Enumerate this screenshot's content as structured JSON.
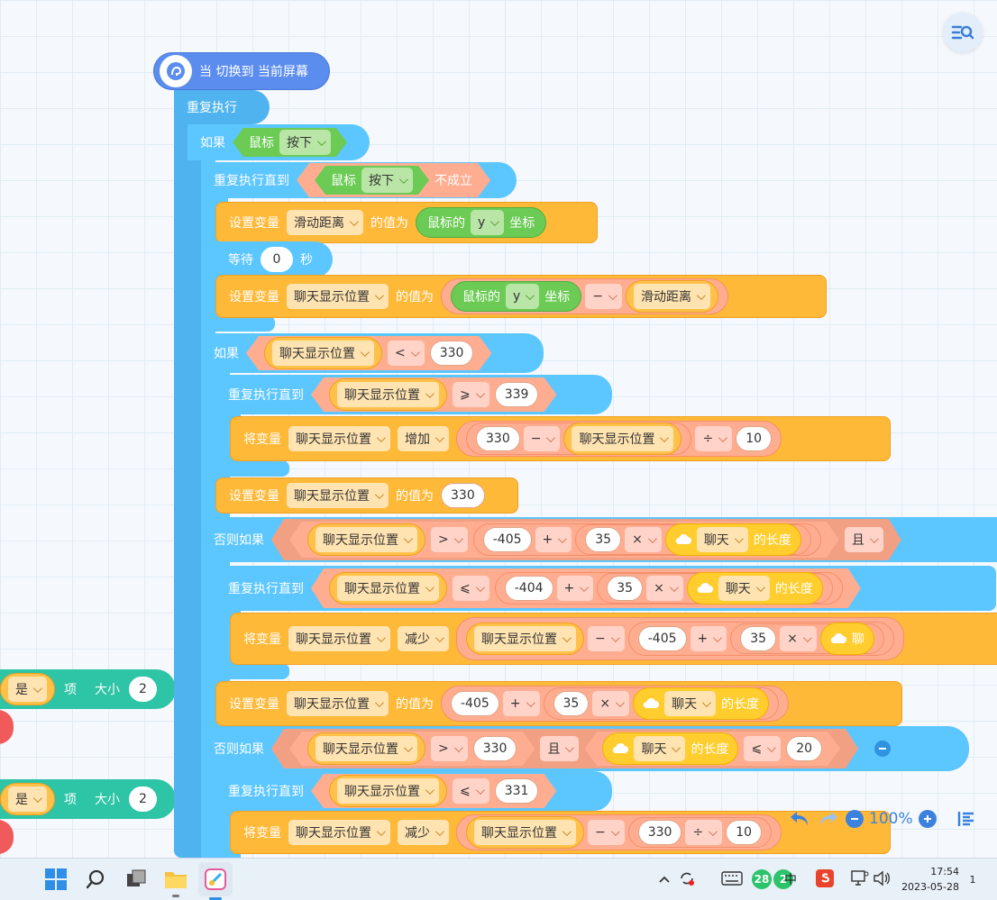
{
  "hat": {
    "label": "当 切换到 当前屏幕"
  },
  "loop": {
    "label": "重复执行"
  },
  "if1": {
    "label": "如果",
    "sensor": "鼠标",
    "dropdown": "按下"
  },
  "until1": {
    "label": "重复执行直到",
    "sensor": "鼠标",
    "dropdown": "按下",
    "suffix": "不成立"
  },
  "set1": {
    "prefix": "设置变量",
    "var": "滑动距离",
    "mid": "的值为",
    "sensor_a": "鼠标的",
    "axis": "y",
    "sensor_b": "坐标"
  },
  "wait": {
    "prefix": "等待",
    "value": "0",
    "suffix": "秒"
  },
  "set2": {
    "prefix": "设置变量",
    "var": "聊天显示位置",
    "mid": "的值为",
    "sensor_a": "鼠标的",
    "axis": "y",
    "sensor_b": "坐标",
    "op": "−",
    "rhs": "滑动距离"
  },
  "if2": {
    "label": "如果",
    "var": "聊天显示位置",
    "op": "<",
    "value": "330"
  },
  "until2": {
    "label": "重复执行直到",
    "var": "聊天显示位置",
    "op": "⩾",
    "value": "339"
  },
  "change1": {
    "prefix": "将变量",
    "var": "聊天显示位置",
    "action": "增加",
    "a": "330",
    "op1": "−",
    "b": "聊天显示位置",
    "op2": "÷",
    "c": "10"
  },
  "set3": {
    "prefix": "设置变量",
    "var": "聊天显示位置",
    "mid": "的值为",
    "value": "330"
  },
  "elif1": {
    "label": "否则如果",
    "var": "聊天显示位置",
    "op": ">",
    "a": "-405",
    "op1": "+",
    "b": "35",
    "op2": "×",
    "list": "聊天",
    "len": "的长度",
    "and": "且"
  },
  "until3": {
    "label": "重复执行直到",
    "var": "聊天显示位置",
    "op": "⩽",
    "a": "-404",
    "op1": "+",
    "b": "35",
    "op2": "×",
    "list": "聊天",
    "len": "的长度"
  },
  "change2": {
    "prefix": "将变量",
    "var": "聊天显示位置",
    "action": "减少",
    "v": "聊天显示位置",
    "op1": "−",
    "a": "-405",
    "op2": "+",
    "b": "35",
    "op3": "×",
    "list": "聊"
  },
  "set4": {
    "prefix": "设置变量",
    "var": "聊天显示位置",
    "mid": "的值为",
    "a": "-405",
    "op1": "+",
    "b": "35",
    "op2": "×",
    "list": "聊天",
    "len": "的长度"
  },
  "elif2": {
    "label": "否则如果",
    "var": "聊天显示位置",
    "op": ">",
    "value": "330",
    "and": "且",
    "list": "聊天",
    "len": "的长度",
    "op2": "⩽",
    "value2": "20"
  },
  "until4": {
    "label": "重复执行直到",
    "var": "聊天显示位置",
    "op": "⩽",
    "value": "331"
  },
  "change3": {
    "prefix": "将变量",
    "var": "聊天显示位置",
    "action": "减少",
    "v": "聊天显示位置",
    "op1": "−",
    "a": "330",
    "op2": "÷",
    "b": "10"
  },
  "side_blocks": [
    {
      "dropdown": "是",
      "label": "项",
      "size_label": "大小",
      "value": "2"
    },
    {
      "dropdown": "是",
      "label": "项",
      "size_label": "大小",
      "value": "2"
    }
  ],
  "zoom": {
    "level": "100%"
  },
  "taskbar": {
    "badge1": "28",
    "badge2": "2",
    "ime": "中",
    "time": "17:54",
    "date": "2023-05-28",
    "notif": "1"
  },
  "colors": {
    "control": "#5cc6ff",
    "variable": "#ffb938",
    "operator": "#ffad90",
    "sensor": "#6bcb55",
    "list": "#ffcd2e",
    "event": "#5b8def"
  }
}
